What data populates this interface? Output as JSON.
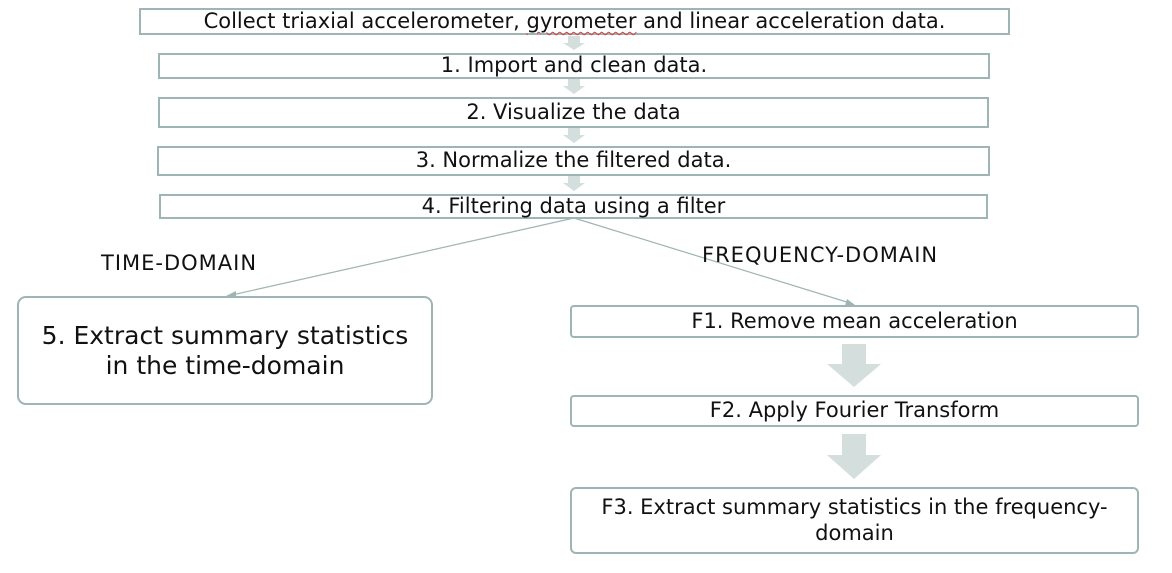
{
  "colors": {
    "border": "#9fb4b4",
    "arrow_fill": "#d3dedd",
    "connector": "#9fb4b4",
    "spell_mark": "#d93a3a"
  },
  "steps": {
    "collect": {
      "before": "Collect triaxial accelerometer, ",
      "flagged": "gyrometer",
      "after": " and linear acceleration data."
    },
    "s1": "1. Import and clean data.",
    "s2": "2. Visualize the data",
    "s3": "3. Normalize the filtered data.",
    "s4": "4. Filtering data using a filter"
  },
  "labels": {
    "time_domain": "TIME-DOMAIN",
    "frequency_domain": "FREQUENCY-DOMAIN"
  },
  "time_domain": {
    "s5": "5. Extract summary statistics in the time-domain"
  },
  "frequency_domain": {
    "f1": "F1. Remove mean acceleration",
    "f2": "F2. Apply Fourier Transform",
    "f3": "F3. Extract summary statistics in the frequency-domain"
  }
}
